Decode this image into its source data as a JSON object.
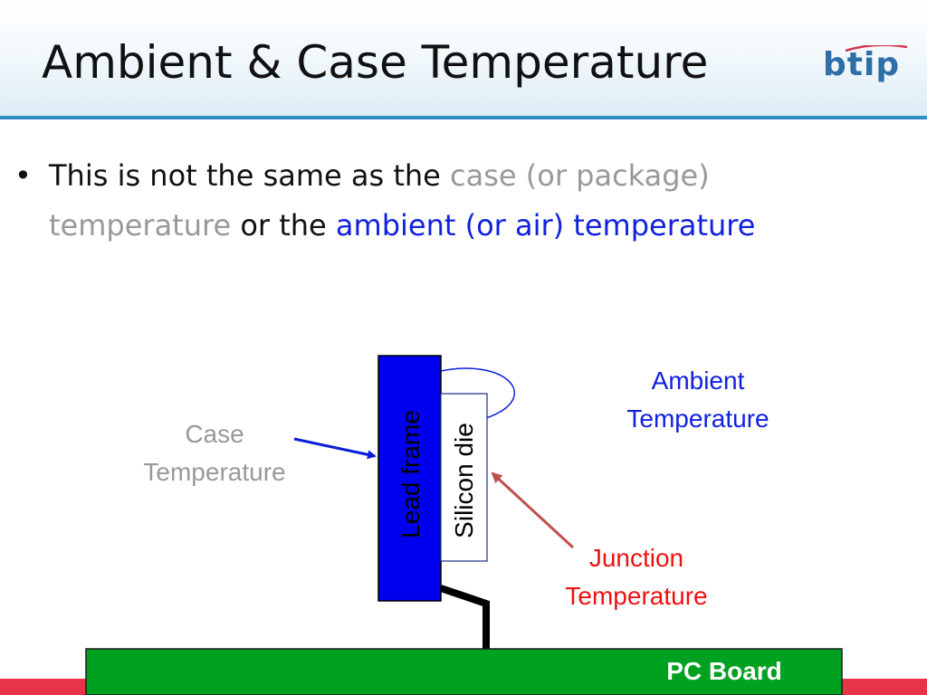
{
  "slide": {
    "title": "Ambient & Case Temperature",
    "logo_text": "btip"
  },
  "bullet": {
    "marker": "•",
    "segments": [
      {
        "text": "This is not the same as the ",
        "color": "#111111"
      },
      {
        "text": "case (or package) temperature",
        "color": "#999999"
      },
      {
        "text": " or the ",
        "color": "#111111"
      },
      {
        "text": "ambient (or air) temperature",
        "color": "#1122dd"
      }
    ]
  },
  "diagram": {
    "lead_frame_label": "Lead frame",
    "silicon_die_label": "Silicon die",
    "case_label_line1": "Case",
    "case_label_line2": "Temperature",
    "ambient_label_line1": "Ambient",
    "ambient_label_line2": "Temperature",
    "junction_label_line1": "Junction",
    "junction_label_line2": "Temperature",
    "pcb_label": "PC Board",
    "colors": {
      "lead_frame": "#0000ee",
      "pcb": "#00a020",
      "case_text": "#999999",
      "ambient_text": "#1122dd",
      "junction_text": "#ee1111",
      "junction_arrow": "#c0504d",
      "case_arrow": "#0a1ed8",
      "accent_bar": "#e8344a"
    }
  }
}
